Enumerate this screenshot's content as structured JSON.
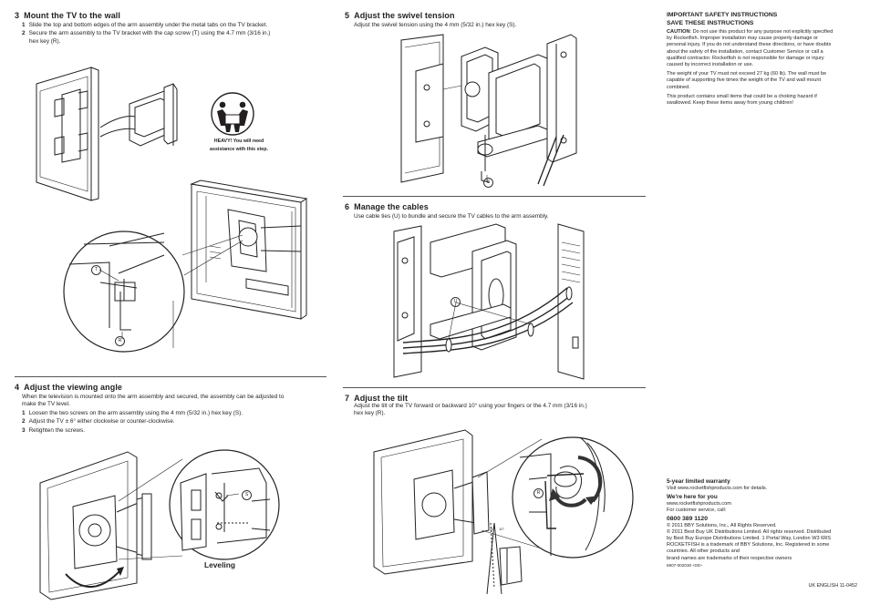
{
  "step3": {
    "num": "3",
    "title": "Mount the TV to the wall",
    "items": [
      {
        "n": "1",
        "text": "Slide the top and bottom edges of the arm assembly under the metal tabs on the TV bracket."
      },
      {
        "n": "2",
        "text": "Secure the arm assembly to the TV bracket with the cap screw (T) using the 4.7 mm  (3/16 in.)"
      },
      {
        "n": "",
        "text": "hex key (R)."
      }
    ],
    "heavy_line1": "HEAVY! You will need",
    "heavy_line2": "assistance with this step.",
    "callouts": {
      "t": "T",
      "r": "R"
    }
  },
  "step4": {
    "num": "4",
    "title": "Adjust the viewing angle",
    "intro1": "When the television is mounted onto the arm assembly and secured, the assembly can be adjusted to",
    "intro2": "make the TV level.",
    "items": [
      {
        "n": "1",
        "text": "Loosen the two screws on the arm assembly using the 4 mm (5/32 in.) hex key (S)."
      },
      {
        "n": "2",
        "text": "Adjust the TV ± 6° either clockwise or counter-clockwise."
      },
      {
        "n": "3",
        "text": "Retighten the screws."
      }
    ],
    "caption": "Leveling",
    "callouts": {
      "s": "S"
    }
  },
  "step5": {
    "num": "5",
    "title": "Adjust the swivel tension",
    "text": "Adjust the swivel tension using the 4 mm (5/32 in.) hex key (S).",
    "callouts": {
      "s": "S"
    }
  },
  "step6": {
    "num": "6",
    "title": "Manage the cables",
    "text": "Use cable ties (U) to bundle and secure the TV cables to the arm assembly.",
    "callouts": {
      "u": "U"
    }
  },
  "step7": {
    "num": "7",
    "title": "Adjust the tilt",
    "text1": "Adjust the tilt of the TV forward or backward 10° using your fingers or the 4.7 mm  (3/16 in.)",
    "text2": "hex key (R).",
    "angle_left": "10°",
    "angle_right": "10°",
    "callouts": {
      "r": "R"
    }
  },
  "safety": {
    "title1": "IMPORTANT SAFETY INSTRUCTIONS",
    "title2": "SAVE THESE INSTRUCTIONS",
    "caution_label": "CAUTION",
    "caution_lines": [
      ": Do not use this product for any purpose not explicitly specified",
      "by Rocketfish. Improper installation may cause property damage or",
      "personal injury. If you do not understand these directions, or have doubts",
      "about the safety of the installation, contact Customer Service or call a",
      "qualified contractor. Rocketfish is not responsible for damage or injury",
      "caused by incorrect installation or use."
    ],
    "weight_lines": [
      "The weight of your TV must not exceed 27 kg (60 lb). The wall must be",
      "capable of supporting five times the weight of the TV and wall mount",
      "combined."
    ],
    "choking_lines": [
      "This product contains small items that could be a choking hazard if",
      "swallowed. Keep these items away from young children!"
    ]
  },
  "warranty": {
    "title": "5-year limited warranty",
    "text": "Visit www.rocketfishproducts.com for details.",
    "here_title": "We're here for you",
    "website": "www.rocketfishproducts.com",
    "service": "For customer service, call:",
    "phone": "0800 389 1120",
    "legal_lines": [
      "© 2011 BBY Solutions, Inc., All Rights Reserved.",
      "© 2011 Best Buy UK Distributions Limited. All rights reserved. Distributed",
      "by Best Buy Europe Distributions Limited. 1 Portal Way, London W3 6RS",
      "ROCKETFISH is a trademark of BBY Solutions, Inc. Registered in some",
      "countries. All other products and",
      "brand names are trademarks of their respective owners"
    ],
    "code": "6907-002030 <00>",
    "footer": "UK ENGLISH 11-0452"
  }
}
